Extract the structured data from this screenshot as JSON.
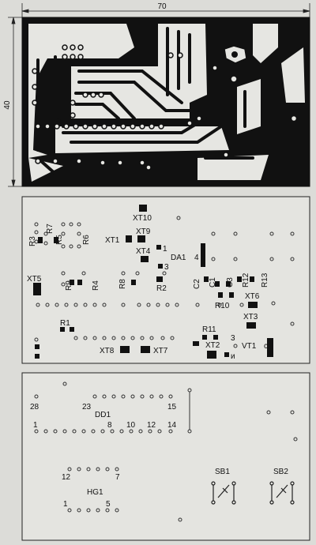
{
  "dimensions": {
    "width": "70",
    "height": "40"
  },
  "board2": {
    "labels": [
      "XT10",
      "R3",
      "R7",
      "R5",
      "R6",
      "XT1",
      "XT9",
      "XT4",
      "1",
      "3",
      "DA1",
      "4",
      "XT5",
      "R9",
      "R4",
      "R8",
      "R2",
      "C2",
      "C1",
      "C3",
      "R12",
      "R13",
      "R10",
      "XT6",
      "XT3",
      "R1",
      "R11",
      "3",
      "XT8",
      "XT7",
      "XT2",
      "и",
      "VT1",
      "c"
    ]
  },
  "board3": {
    "labels": [
      "28",
      "23",
      "15",
      "DD1",
      "1",
      "8",
      "10",
      "12",
      "14",
      "12",
      "7",
      "SB1",
      "SB2",
      "HG1",
      "1",
      "5"
    ]
  }
}
